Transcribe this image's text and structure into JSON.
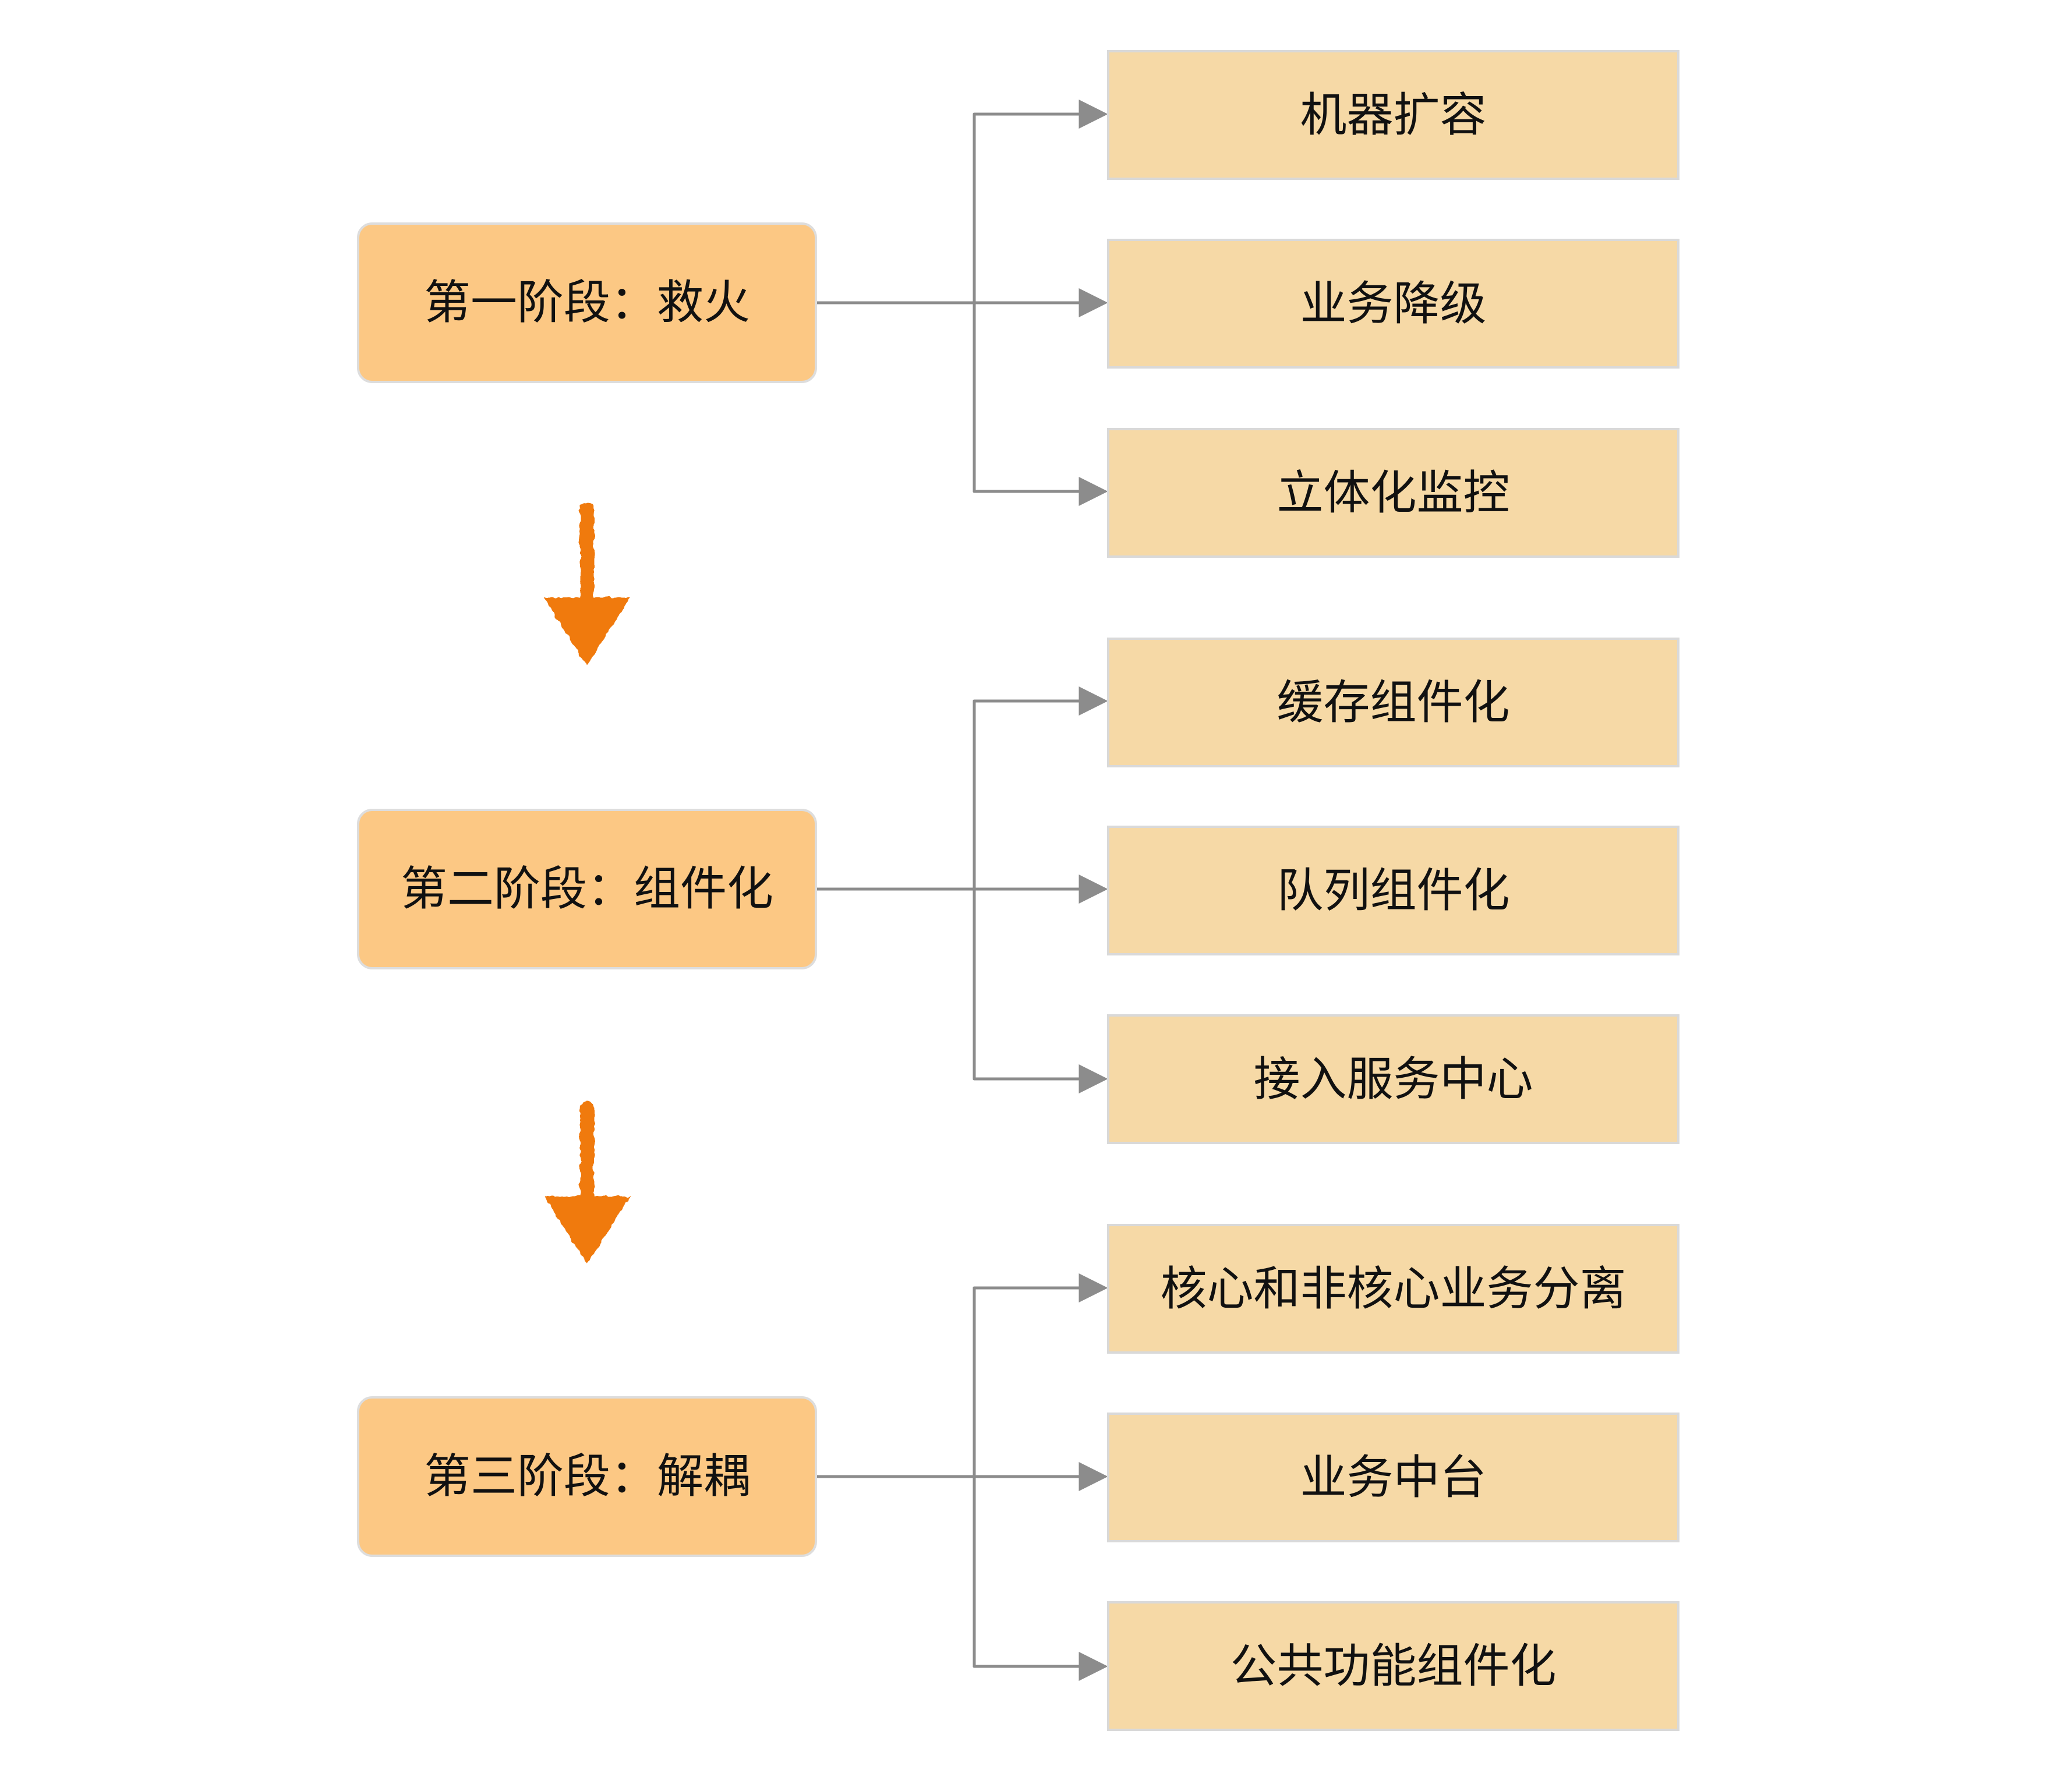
{
  "stages": [
    {
      "label": "第一阶段：救火",
      "tasks": [
        "机器扩容",
        "业务降级",
        "立体化监控"
      ]
    },
    {
      "label": "第二阶段：组件化",
      "tasks": [
        "缓存组件化",
        "队列组件化",
        "接入服务中心"
      ]
    },
    {
      "label": "第三阶段：解耦",
      "tasks": [
        "核心和非核心业务分离",
        "业务中台",
        "公共功能组件化"
      ]
    }
  ],
  "colors": {
    "stage_fill": "#fcc884",
    "task_fill": "#f6d9a6",
    "connector": "#8c8c8c",
    "stage_arrow": "#f07a10"
  }
}
